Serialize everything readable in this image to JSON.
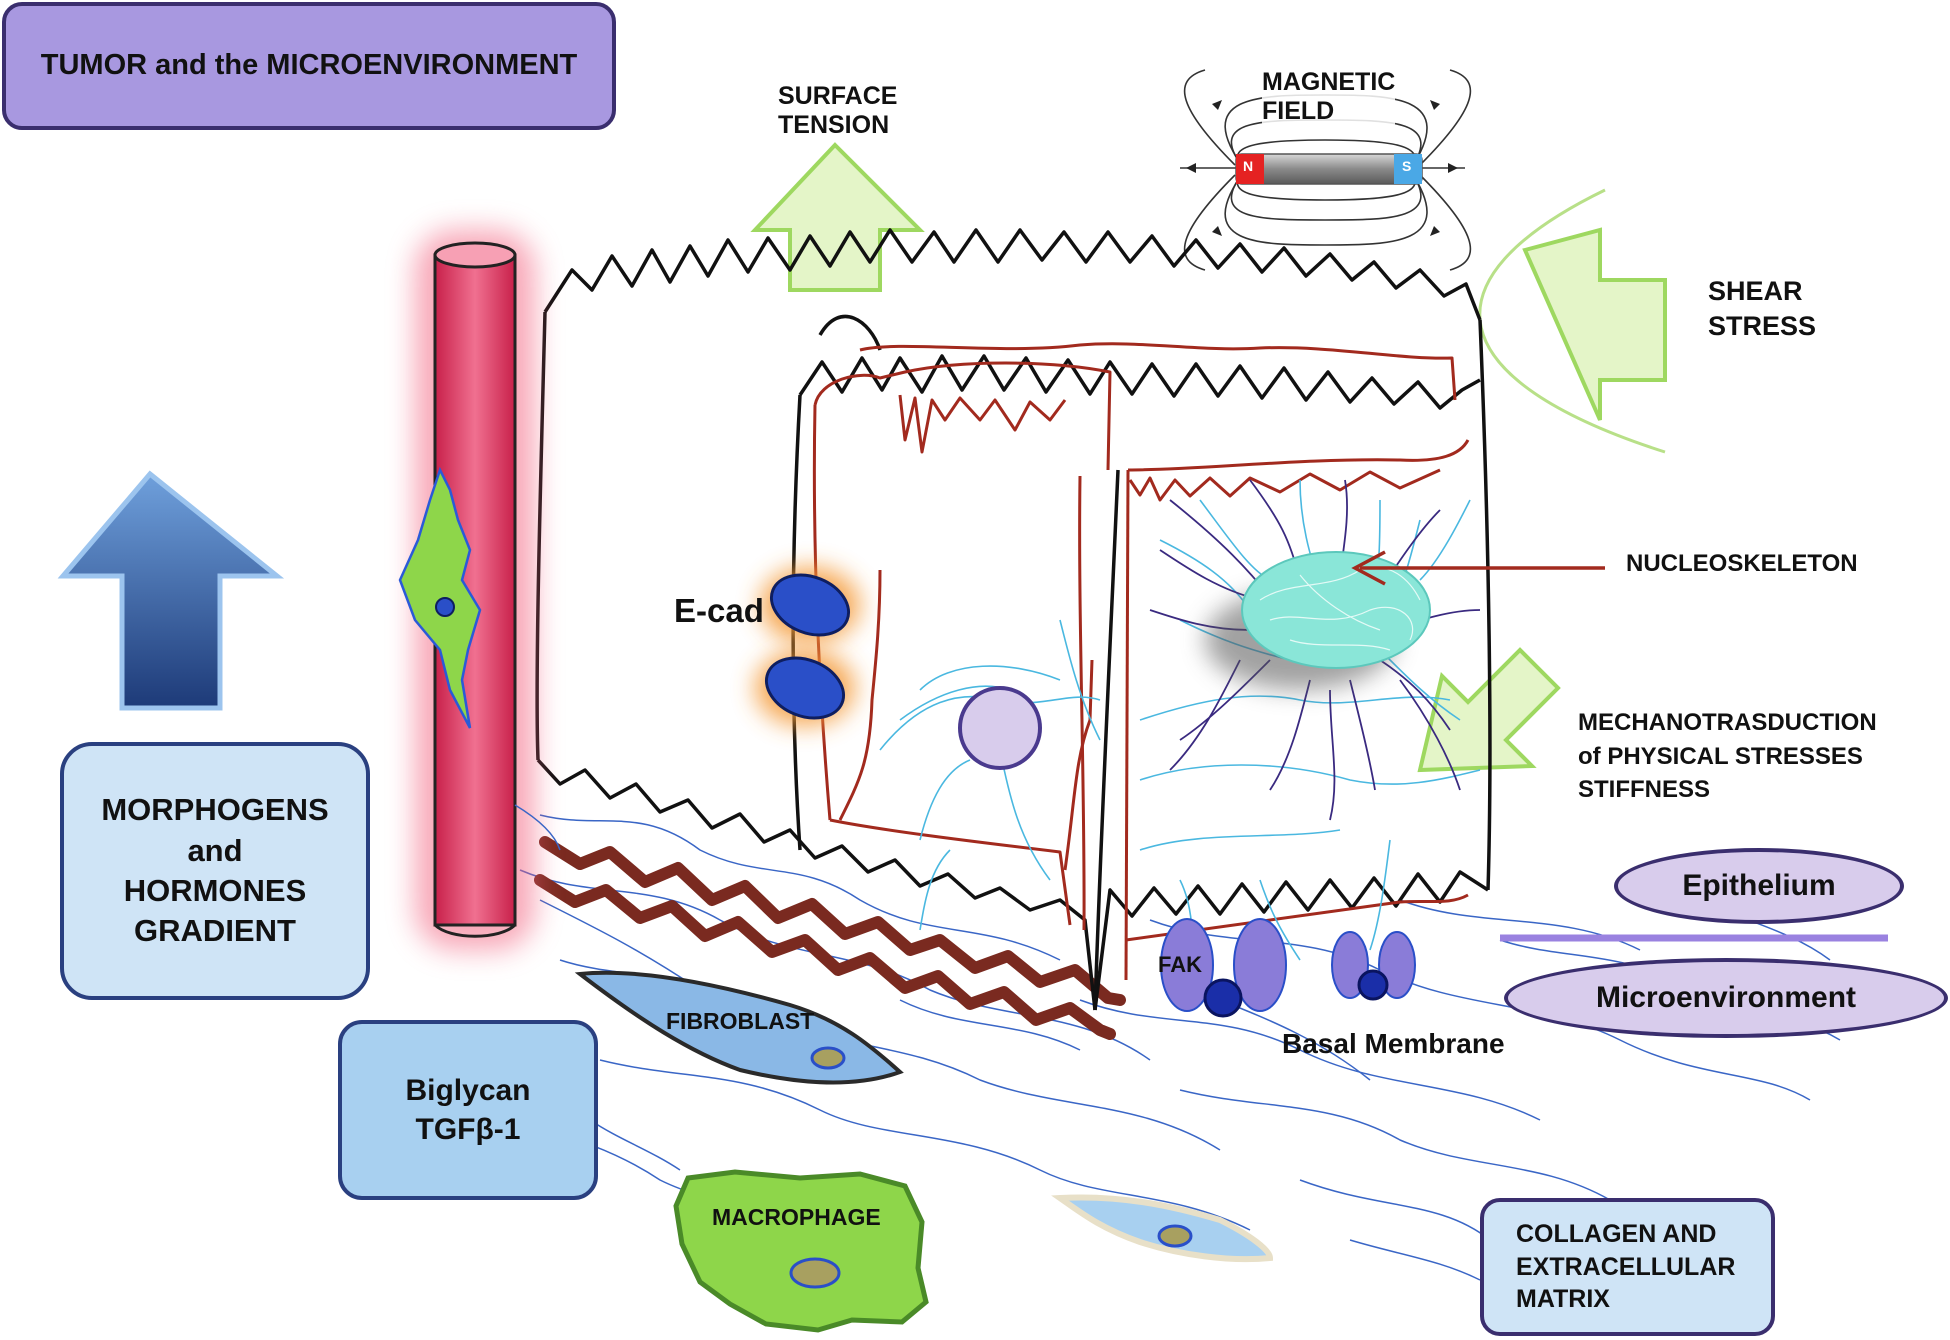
{
  "labels": {
    "title": "TUMOR  and  the  MICROENVIRONMENT",
    "surface_tension_1": "SURFACE",
    "surface_tension_2": "TENSION",
    "magnetic_field_1": "MAGNETIC",
    "magnetic_field_2": "FIELD",
    "magnet_n": "N",
    "magnet_s": "S",
    "shear_stress_1": "SHEAR",
    "shear_stress_2": "STRESS",
    "nucleoskeleton": "NUCLEOSKELETON",
    "mechano_1": "MECHANOTRASDUCTION",
    "mechano_2": "of  PHYSICAL  STRESSES",
    "mechano_3": "STIFFNESS",
    "morphogens_1": "MORPHOGENS",
    "morphogens_2": "and",
    "morphogens_3": "HORMONES",
    "morphogens_4": "GRADIENT",
    "ecad": "E-cad",
    "epithelium": "Epithelium",
    "microenvironment": "Microenvironment",
    "fak": "FAK",
    "basal_membrane": "Basal Membrane",
    "fibroblast": "FIBROBLAST",
    "biglycan_1": "Biglycan",
    "biglycan_2": "TGFβ-1",
    "macrophage": "MACROPHAGE",
    "collagen_1": "COLLAGEN AND",
    "collagen_2": "EXTRACELLULAR",
    "collagen_3": "MATRIX"
  },
  "colors": {
    "title_box": "#a898e0",
    "morphogen_arrow": "#3d6fb8",
    "light_blue_box": "#cfe4f6",
    "mid_blue_box": "#a8d0f0",
    "green_arrow": "#e4f5c8",
    "green_cell": "#8ed64a",
    "vessel": "#e03860",
    "ecad_oval": "#2a4fc8",
    "nucleus": "#8ae6d8",
    "integrin": "#8a7cd8",
    "pill": "#d8ccec",
    "collagen": "#7a2a20"
  }
}
